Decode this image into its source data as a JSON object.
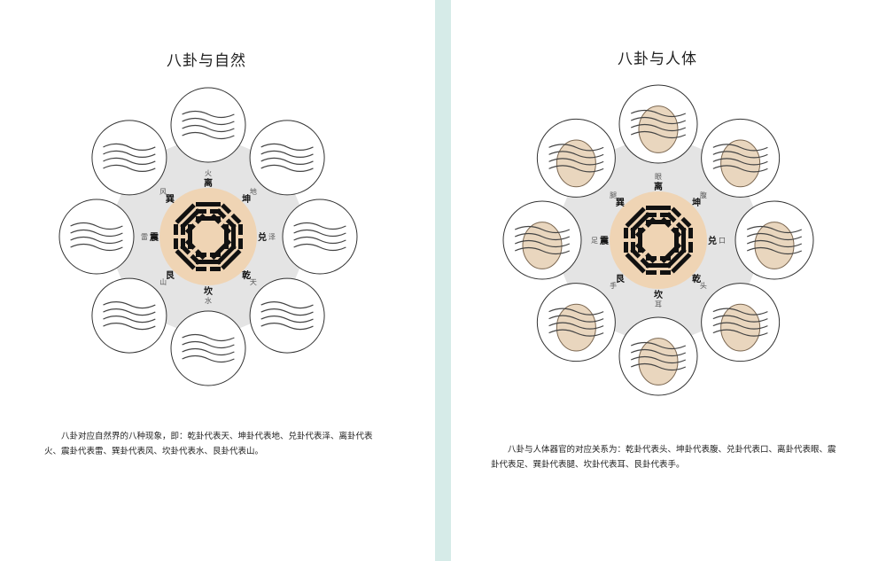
{
  "pages": [
    {
      "title": "八卦与自然",
      "paragraph": "八卦对应自然界的八种现象，即：乾卦代表天、坤卦代表地、兑卦代表泽、离卦代表火、震卦代表雷、巽卦代表风、坎卦代表水、艮卦代表山。",
      "trigrams": [
        {
          "name": "离",
          "meaning": "火",
          "image": "fire-icon"
        },
        {
          "name": "坤",
          "meaning": "地",
          "image": "field-icon"
        },
        {
          "name": "兑",
          "meaning": "泽",
          "image": "lake-icon"
        },
        {
          "name": "乾",
          "meaning": "天",
          "image": "sun-sky-icon"
        },
        {
          "name": "坎",
          "meaning": "水",
          "image": "waves-icon"
        },
        {
          "name": "艮",
          "meaning": "山",
          "image": "mountain-icon"
        },
        {
          "name": "震",
          "meaning": "雷",
          "image": "thunder-icon"
        },
        {
          "name": "巽",
          "meaning": "风",
          "image": "wind-icon"
        }
      ]
    },
    {
      "title": "八卦与人体",
      "paragraph": "八卦与人体器官的对应关系为：乾卦代表头、坤卦代表腹、兑卦代表口、离卦代表眼、震卦代表足、巽卦代表腿、坎卦代表耳、艮卦代表手。",
      "trigrams": [
        {
          "name": "离",
          "meaning": "眼",
          "image": "eye-icon"
        },
        {
          "name": "坤",
          "meaning": "腹",
          "image": "torso-icon"
        },
        {
          "name": "兑",
          "meaning": "口",
          "image": "mouth-icon"
        },
        {
          "name": "乾",
          "meaning": "头",
          "image": "head-icon"
        },
        {
          "name": "坎",
          "meaning": "耳",
          "image": "ear-icon"
        },
        {
          "name": "艮",
          "meaning": "手",
          "image": "hand-icon"
        },
        {
          "name": "震",
          "meaning": "足",
          "image": "foot-icon"
        },
        {
          "name": "巽",
          "meaning": "腿",
          "image": "legs-icon"
        }
      ]
    }
  ],
  "colors": {
    "background": "#d6ebe8",
    "ring": "#e4e4e4",
    "center": "#efd4b4",
    "line": "#111111"
  }
}
